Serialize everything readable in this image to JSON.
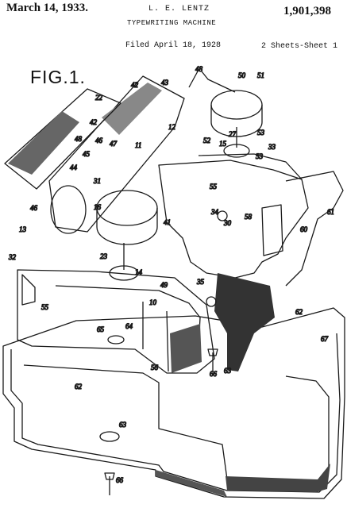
{
  "header": {
    "date": "March 14, 1933.",
    "inventor": "L. E. LENTZ",
    "patent_number": "1,901,398",
    "title": "TYPEWRITING MACHINE",
    "filed": "Filed April 18, 1928",
    "sheets": "2 Sheets-Sheet 1"
  },
  "figure": {
    "label": "FIG.1.",
    "reference_numerals": [
      "22",
      "42",
      "43",
      "48",
      "50",
      "51",
      "53",
      "48",
      "12",
      "42",
      "46",
      "47",
      "45",
      "44",
      "11",
      "31",
      "13",
      "32",
      "46",
      "16",
      "41",
      "52",
      "55",
      "15",
      "27",
      "30",
      "34",
      "33",
      "53",
      "58",
      "61",
      "60",
      "14",
      "23",
      "49",
      "35",
      "64",
      "65",
      "56",
      "55",
      "66",
      "63",
      "62",
      "67",
      "10",
      "63",
      "66",
      "62"
    ]
  }
}
